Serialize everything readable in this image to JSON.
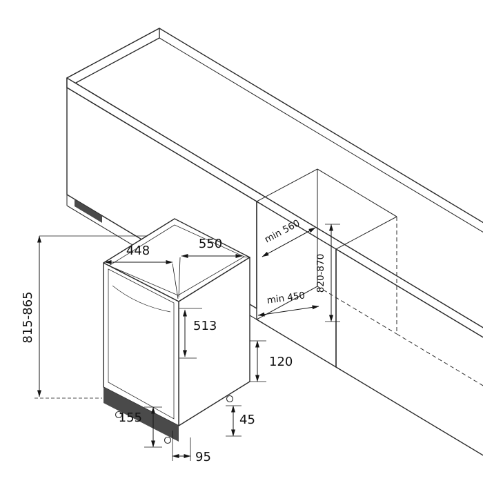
{
  "diagram": {
    "colors": {
      "line": "#2b2b2b",
      "dimension": "#141414",
      "text": "#111111",
      "plinth": "#4a4a4a",
      "background": "#ffffff"
    },
    "labels": {
      "appliance_width": "448",
      "appliance_depth": "550",
      "appliance_height": "815-865",
      "interior_depth": "513",
      "niche_depth": "min 560",
      "niche_width": "min 450",
      "niche_height": "820-870",
      "dim_120": "120",
      "dim_155": "155",
      "dim_45": "45",
      "dim_95": "95"
    }
  }
}
